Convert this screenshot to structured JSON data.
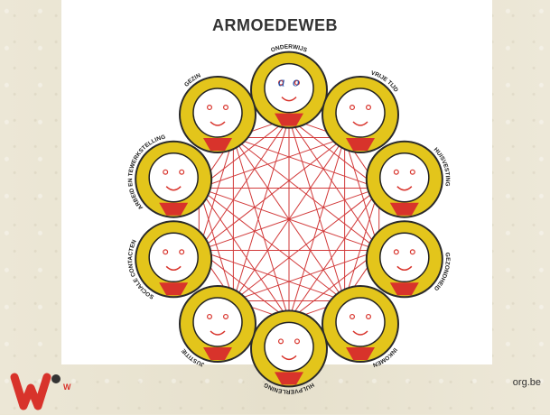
{
  "diagram": {
    "title": "ARMOEDEWEB",
    "nodes": [
      {
        "id": "onderwijs",
        "label": "ONDERWIJS",
        "face_text_a": "a",
        "face_text_o": "o"
      },
      {
        "id": "vrije-tijd",
        "label": "VRIJE TIJD"
      },
      {
        "id": "huisvesting",
        "label": "HUISVESTING"
      },
      {
        "id": "gezondheid",
        "label": "GEZONDHEID"
      },
      {
        "id": "inkomen",
        "label": "INKOMEN"
      },
      {
        "id": "hulpverlening",
        "label": "HULPVERLENING"
      },
      {
        "id": "justitie",
        "label": "JUSTITIE"
      },
      {
        "id": "sociale-contacten",
        "label": "SOCIALE CONTACTEN"
      },
      {
        "id": "arbeid",
        "label": "ARBEID EN TEWERKSTELLING"
      },
      {
        "id": "gezin",
        "label": "GEZIN"
      }
    ],
    "colors": {
      "ring": "#e3c51b",
      "ring_edge": "#2a2a2a",
      "web_lines": "#d23a3a",
      "face": "#ffffff",
      "accent_red": "#d8332b"
    }
  },
  "footer": {
    "logo_letter": "W",
    "site_suffix": "org.be"
  }
}
